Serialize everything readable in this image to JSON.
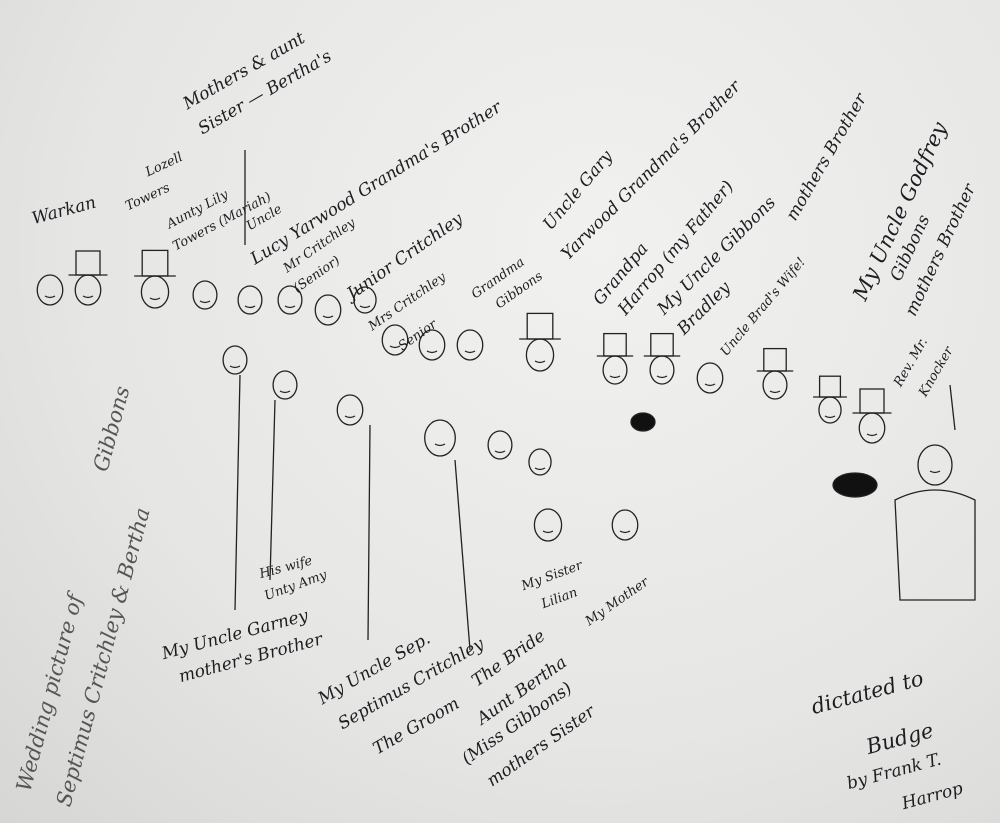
{
  "title": "Wedding picture of Septimus Critchley & Bertha Gibbons",
  "labels": {
    "mothers_aunt": "Mothers & aunt",
    "sister_bertha": "Sister — Bertha's",
    "warkan": "Warkan",
    "lozell": "Lozell",
    "towers": "Towers",
    "aunty_lily": "Aunty Lily",
    "towers_mariah": "Towers (Mariah)",
    "uncle": "Uncle",
    "lucy_yarwood": "Lucy Yarwood Grandma's Brother",
    "mr_critchley": "Mr Critchley",
    "senior": "(Senior)",
    "junior_critchley": "Junior Critchley",
    "mrs_critchley": "Mrs Critchley",
    "mrs_senior": "Senior",
    "grandma": "Grandma",
    "gibbons": "Gibbons",
    "uncle_gary": "Uncle Gary",
    "yarwood_grandmas": "Yarwood Grandma's Brother",
    "grandpa": "Grandpa",
    "harrop_father": "Harrop (my Father)",
    "my_uncle_bradley": "My Uncle Gibbons",
    "bradley": "Bradley",
    "mothers_brother_1": "mothers Brother",
    "uncle_brads_wife": "Uncle Brad's Wife!",
    "my_uncle_godfrey": "My Uncle Godfrey",
    "gibbons_2": "Gibbons",
    "mothers_brother_2": "mothers Brother",
    "rev": "Rev. Mr.",
    "knocker": "Knocker",
    "his_wife": "His wife",
    "unty_amy": "Unty Amy",
    "my_uncle_garney": "My Uncle Garney",
    "mothers_brother_3": "mother's Brother",
    "my_uncle_sep": "My Uncle Sep.",
    "septimus": "Septimus Critchley",
    "the_groom": "The Groom",
    "the_bride": "The Bride",
    "aunt_bertha": "Aunt Bertha",
    "miss_gibbons": "(Miss Gibbons)",
    "mothers_sister": "mothers Sister",
    "my_sister": "My Sister",
    "lilian": "Lilian",
    "my_mother": "My Mother",
    "wedding_line1": "Wedding picture of",
    "wedding_line2": "Septimus Critchley & Bertha",
    "wedding_line3": "Gibbons",
    "dictated_to": "dictated to",
    "budge": "Budge",
    "by_frank": "by Frank T.",
    "harrop": "Harrop"
  }
}
